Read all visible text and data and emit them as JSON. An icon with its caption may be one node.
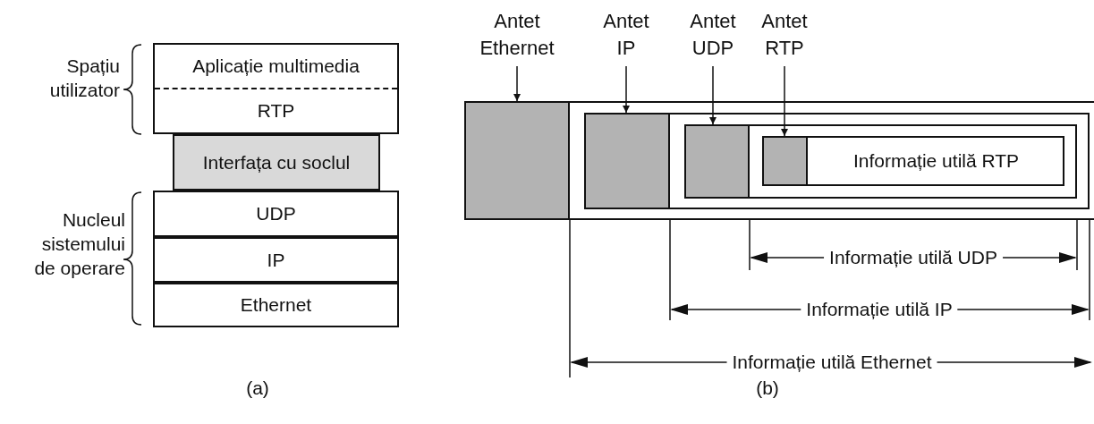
{
  "diagram": {
    "nodes": [
      {
        "text": [
          "Aplicație multimedia",
          "RTP"
        ]
      },
      {
        "text": [
          "Interfața cu soclul"
        ]
      },
      {
        "text": [
          "UDP"
        ]
      },
      {
        "text": [
          "IP"
        ]
      },
      {
        "text": [
          "Ethernet"
        ]
      },
      {
        "text": [
          "Antet Ethernet"
        ]
      },
      {
        "text": [
          "Antet IP"
        ]
      },
      {
        "text": [
          "Antet UDP"
        ]
      },
      {
        "text": [
          "Antet RTP"
        ]
      },
      {
        "text": [],
        "shape": "box"
      },
      {
        "text": [],
        "shape": "box",
        "in": 9
      },
      {
        "text": [],
        "shape": "box",
        "in": 9
      },
      {
        "text": [],
        "shape": "box",
        "in": 11
      },
      {
        "text": [],
        "shape": "box",
        "in": 11
      },
      {
        "text": [],
        "shape": "box",
        "in": 13
      },
      {
        "text": [
          "Informație utilă RTP"
        ],
        "in": 13
      },
      {
        "text": [],
        "shape": "box",
        "in": 15
      }
    ],
    "edges": [
      {
        "from": 5,
        "to": 10,
        "arrow": "to"
      },
      {
        "from": 6,
        "to": 12,
        "arrow": "to"
      },
      {
        "from": 7,
        "to": 14,
        "arrow": "to"
      },
      {
        "from": 8,
        "to": 16,
        "arrow": "to"
      }
    ],
    "labels": [
      "Spațiu utilizator",
      "Nucleul sistemului de operare",
      "Informație utilă UDP",
      "Informație utilă IP",
      "Informație utilă Ethernet",
      "(a)",
      "(b)"
    ]
  }
}
